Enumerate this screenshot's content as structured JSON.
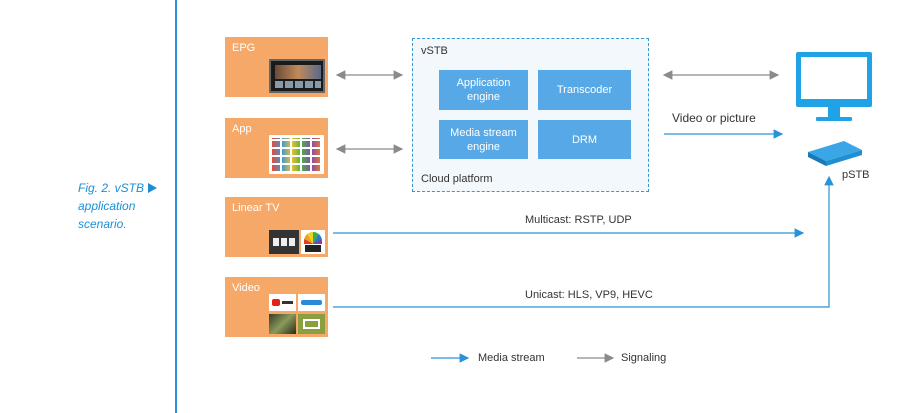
{
  "caption": "Fig. 2. vSTB application scenario.",
  "sources": [
    {
      "label": "EPG"
    },
    {
      "label": "App"
    },
    {
      "label": "Linear TV"
    },
    {
      "label": "Video"
    }
  ],
  "vstb": {
    "title": "vSTB",
    "platform": "Cloud platform",
    "modules": [
      "Application engine",
      "Transcoder",
      "Media stream engine",
      "DRM"
    ]
  },
  "device_label": "pSTB",
  "edge_labels": {
    "video": "Video or picture",
    "multicast": "Multicast: RSTP, UDP",
    "unicast": "Unicast: HLS, VP9, HEVC"
  },
  "legend": {
    "media": "Media stream",
    "signaling": "Signaling"
  },
  "colors": {
    "source_box": "#f5a868",
    "module": "#56a9e6",
    "media_arrow": "#2a93d5",
    "signal_arrow": "#8a8a8a",
    "monitor": "#1fa3e6"
  }
}
